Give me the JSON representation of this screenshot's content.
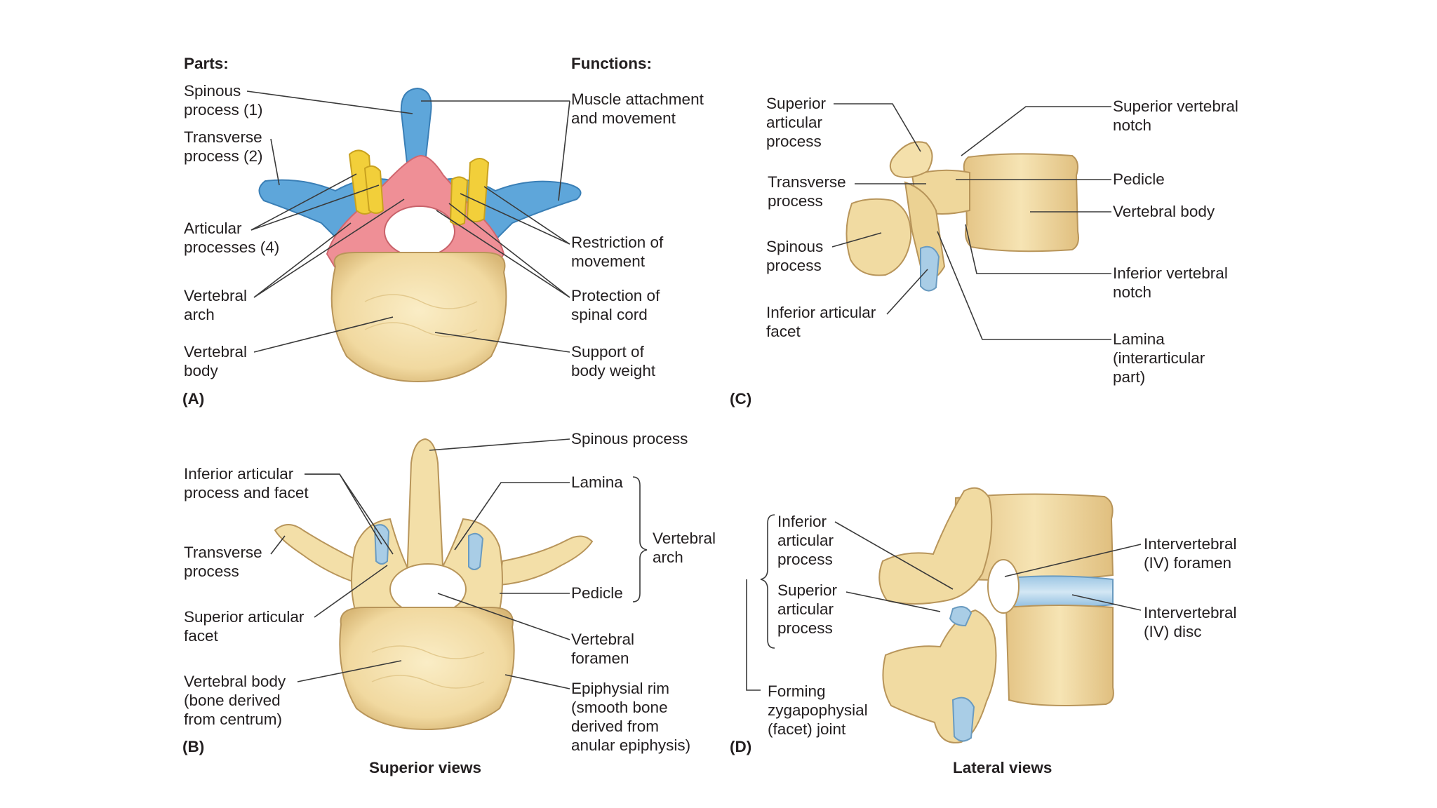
{
  "headers": {
    "parts": "Parts:",
    "functions": "Functions:"
  },
  "panel_a": {
    "letter": "(A)",
    "parts": {
      "spinous": "Spinous\nprocess (1)",
      "transverse": "Transverse\nprocess (2)",
      "articular": "Articular\nprocesses (4)",
      "arch": "Vertebral\narch",
      "body": "Vertebral\nbody"
    },
    "functions": {
      "muscle": "Muscle attachment\nand movement",
      "restriction": "Restriction of\nmovement",
      "protection": "Protection of\nspinal cord",
      "support": "Support of\nbody weight"
    }
  },
  "panel_b": {
    "letter": "(B)",
    "inferior_articular": "Inferior articular\nprocess and facet",
    "transverse": "Transverse\nprocess",
    "superior_facet": "Superior articular\nfacet",
    "body": "Vertebral body\n(bone  derived\nfrom centrum)",
    "spinous": "Spinous process",
    "lamina": "Lamina",
    "arch": "Vertebral\narch",
    "pedicle": "Pedicle",
    "foramen": "Vertebral\nforamen",
    "rim": "Epiphysial rim\n(smooth bone\nderived from\nanular epiphysis)"
  },
  "panel_c": {
    "letter": "(C)",
    "superior_articular": "Superior\narticular\nprocess",
    "transverse": "Transverse\nprocess",
    "spinous": "Spinous\nprocess",
    "inferior_facet": "Inferior articular\nfacet",
    "superior_notch": "Superior vertebral\nnotch",
    "pedicle": "Pedicle",
    "body": "Vertebral body",
    "inferior_notch": "Inferior vertebral\nnotch",
    "lamina": "Lamina\n(interarticular\npart)"
  },
  "panel_d": {
    "letter": "(D)",
    "inferior_articular": "Inferior\narticular\nprocess",
    "superior_articular": "Superior\narticular\nprocess",
    "joint": "Forming\nzygapophysial\n(facet) joint",
    "iv_foramen": "Intervertebral\n(IV) foramen",
    "iv_disc": "Intervertebral\n(IV) disc"
  },
  "captions": {
    "superior": "Superior views",
    "lateral": "Lateral views"
  },
  "colors": {
    "bone": "#f3dfa8",
    "bone_outline": "#b8955a",
    "spinous_transverse": "#5ea6da",
    "articular": "#f2cf3a",
    "arch": "#ef8f96",
    "cartilage": "#a9cde6"
  }
}
